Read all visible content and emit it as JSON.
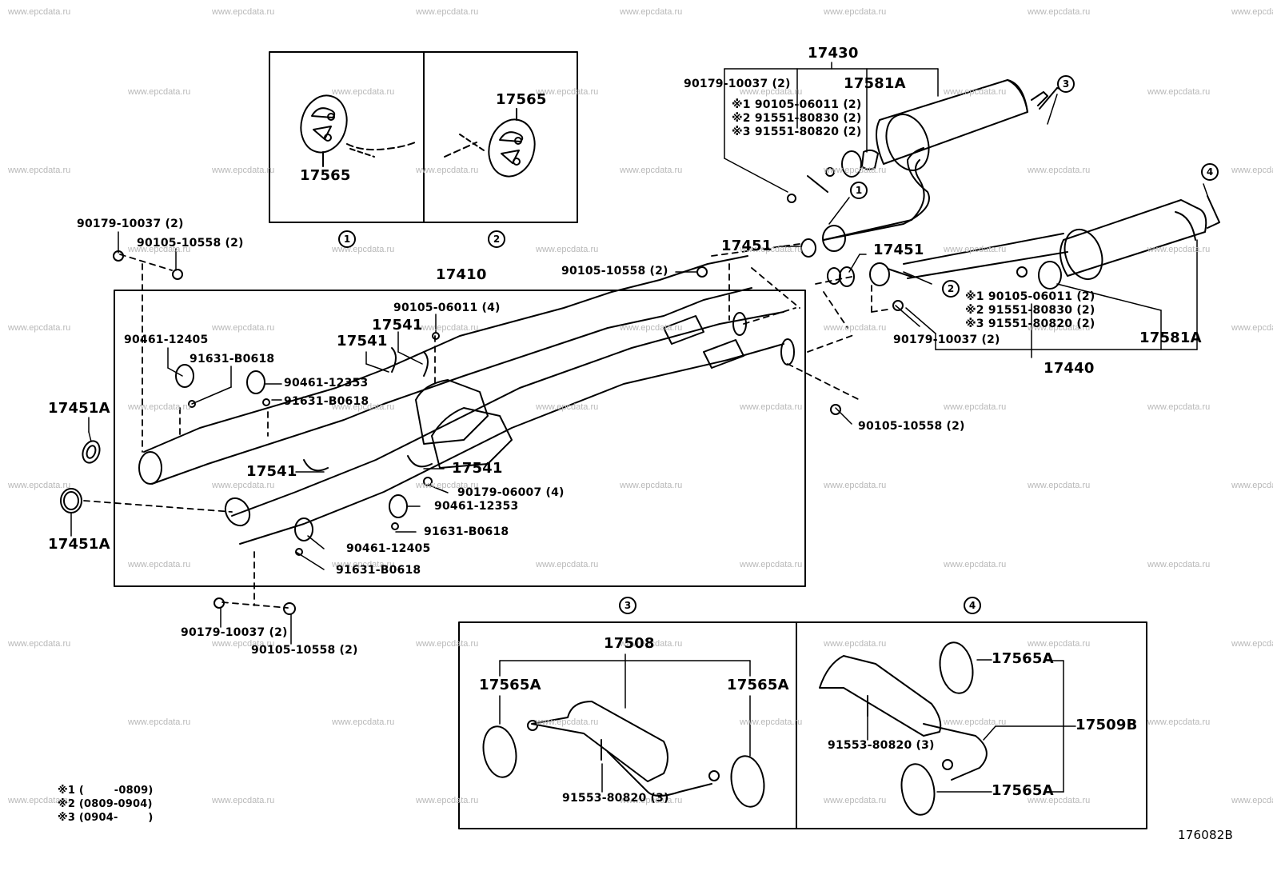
{
  "diagram": {
    "title_code": "176082B",
    "watermark": "www.epcdata.ru",
    "footnotes": [
      {
        "mark": "※1",
        "text": "(        -0809)"
      },
      {
        "mark": "※2",
        "text": "(0809-0904)"
      },
      {
        "mark": "※3",
        "text": "(0904-        )"
      }
    ],
    "detail_views": [
      {
        "id": "1",
        "part": "17565"
      },
      {
        "id": "2",
        "part": "17565"
      },
      {
        "id": "3",
        "group": "17508",
        "parts": [
          "17565A",
          "17565A",
          "91553-80820 (3)"
        ]
      },
      {
        "id": "4",
        "group": "17509B",
        "parts": [
          "17565A",
          "17565A",
          "91553-80820 (3)"
        ]
      }
    ],
    "labels": {
      "a17430": "17430",
      "a17581A_top": "17581A",
      "a90179_10037_top": "90179-10037 (2)",
      "x1_top": "※1 90105-06011 (2)",
      "x2_top": "※2 91551-80830 (2)",
      "x3_top": "※3 91551-80820 (2)",
      "a17565_v1": "17565",
      "a17565_v2": "17565",
      "c1": "1",
      "c2": "2",
      "c3": "3",
      "c4": "4",
      "a90179_10037_left": "90179-10037 (2)",
      "a90105_10558_left": "90105-10558 (2)",
      "a17410": "17410",
      "a17451_mid": "17451",
      "a90105_10558_mid": "90105-10558 (2)",
      "a17451_right": "17451",
      "x1_right": "※1 90105-06011 (2)",
      "x2_right": "※2 91551-80830 (2)",
      "x3_right": "※3 91551-80820 (2)",
      "a90179_10037_right": "90179-10037 (2)",
      "a17581A_right": "17581A",
      "a17440": "17440",
      "a90105_06011_4": "90105-06011 (4)",
      "a17541_a": "17541",
      "a17541_b": "17541",
      "a90461_12405_top": "90461-12405",
      "a91631_B0618_a": "91631-B0618",
      "a90461_12353_top": "90461-12353",
      "a91631_B0618_b": "91631-B0618",
      "a17451A_top": "17451A",
      "a17451A_bot": "17451A",
      "a17541_c": "17541",
      "a17541_d": "17541",
      "a90179_06007": "90179-06007 (4)",
      "a90461_12353_bot": "90461-12353",
      "a91631_B0618_c": "91631-B0618",
      "a90461_12405_bot": "90461-12405",
      "a91631_B0618_d": "91631-B0618",
      "a90105_10558_right": "90105-10558 (2)",
      "a90179_10037_bot": "90179-10037 (2)",
      "a90105_10558_bot": "90105-10558 (2)",
      "a17508": "17508",
      "a17565A_3l": "17565A",
      "a17565A_3r": "17565A",
      "a91553_3": "91553-80820 (3)",
      "a17565A_4t": "17565A",
      "a17509B": "17509B",
      "a17565A_4b": "17565A",
      "a91553_4": "91553-80820 (3)"
    }
  }
}
